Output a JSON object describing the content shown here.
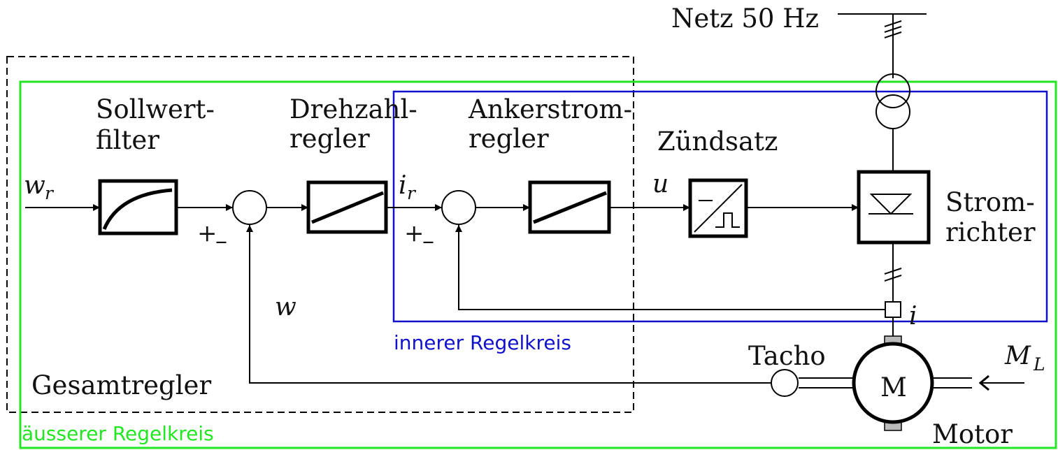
{
  "title": "Netz 50 Hz",
  "regions": {
    "gesamtregler": "Gesamtregler",
    "inner_loop": "innerer Regelkreis",
    "outer_loop": "äusserer Regelkreis"
  },
  "blocks": {
    "sollwertfilter": [
      "Sollwert-",
      "filter"
    ],
    "drehzahlregler": [
      "Drehzahl-",
      "regler"
    ],
    "ankerstromregler": [
      "Ankerstrom-",
      "regler"
    ],
    "zuendsatz": "Zündsatz",
    "stromrichter": [
      "Strom-",
      "richter"
    ],
    "motor_symbol": "M",
    "motor": "Motor",
    "tacho": "Tacho"
  },
  "signals": {
    "w": "w",
    "w_r_base": "w",
    "w_r_sub": "r",
    "i_r_base": "i",
    "i_r_sub": "r",
    "u": "u",
    "i": "i",
    "M_L_base": "M",
    "M_L_sub": "L"
  },
  "summing_signs": {
    "plus": "+",
    "minus": "–"
  },
  "colors": {
    "outer_loop": "#22e622",
    "inner_loop": "#1111cc",
    "gesamtregler_box": "#000000",
    "lines": "#000000",
    "shaft_gray": "#bbbbbb"
  }
}
